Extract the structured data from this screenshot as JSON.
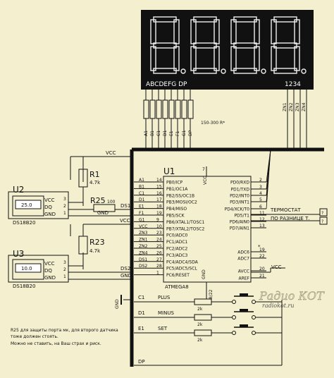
{
  "display": {
    "segments": "ABCDEFG DP",
    "digits": "1234",
    "anodes": [
      "ZN1",
      "ZN2",
      "ZN3",
      "ZN4"
    ],
    "seg_pins": [
      "A1",
      "B1",
      "C1",
      "D1",
      "E1",
      "F1",
      "G1",
      "DP"
    ],
    "resistor_note": "150-300 R*"
  },
  "rails": {
    "vcc": "VCC",
    "gnd": "GND",
    "ds1": "DS1",
    "ds2": "DS2"
  },
  "u2": {
    "ref": "U2",
    "value": "25.0",
    "part": "DS18B20",
    "pins": [
      "VCC",
      "DQ",
      "GND"
    ],
    "nums": [
      "3",
      "2",
      "1"
    ]
  },
  "u3": {
    "ref": "U3",
    "value": "10.0",
    "part": "DS18B20",
    "pins": [
      "VCC",
      "DQ",
      "GND"
    ],
    "nums": [
      "3",
      "2",
      "1"
    ]
  },
  "resistors": {
    "r1": {
      "ref": "R1",
      "value": "4.7k"
    },
    "r25": {
      "ref": "R25",
      "value": "100"
    },
    "r23": {
      "ref": "R23",
      "value": "4.7k"
    },
    "k1": "2k",
    "k2": "2k",
    "k3": "2k"
  },
  "mcu": {
    "ref": "U1",
    "part": "ATMEGA8",
    "left_pins": [
      "PB0/ICP",
      "PB1/OC1A",
      "PB2/SS/OC1B",
      "PB3/MOSI/OC2",
      "PB4/MISO",
      "PB5/SCK",
      "PB6/XTAL1/TOSC1",
      "PB7/XTAL2/TOSC2",
      "PC0/ADC0",
      "PC1/ADC1",
      "PC2/ADC2",
      "PC3/ADC3",
      "PC4/ADC4/SDA",
      "PC5/ADC5/SCL",
      "PC6/RESET"
    ],
    "right_pins": [
      "PD0/RXD",
      "PD1/TXD",
      "PD2/INT0",
      "PD3/INT1",
      "PD4/XCK/T0",
      "PD5/T1",
      "PD6/AIN0",
      "PD7/AIN1",
      "ADC6",
      "ADC7",
      "AVCC",
      "AREF"
    ],
    "left_nets": [
      "A1",
      "B1",
      "C1",
      "D1",
      "E1",
      "F1",
      "G1",
      "VCC",
      "ZN3",
      "ZN1",
      "ZN2",
      "ZN4",
      "DS1",
      "DS2",
      ""
    ],
    "left_nums": [
      "14",
      "15",
      "16",
      "17",
      "18",
      "19",
      "9",
      "10",
      "23",
      "24",
      "25",
      "26",
      "27",
      "28",
      "1"
    ],
    "right_nums": [
      "2",
      "3",
      "4",
      "5",
      "6",
      "11",
      "12",
      "13",
      "19",
      "22",
      "20",
      "21"
    ],
    "top_pin": {
      "num": "7",
      "label": "VCC"
    },
    "bottom_pin": {
      "num": "8/22",
      "label": "GND"
    }
  },
  "right_side": {
    "thermostat": "ТЕРМОСТАТ",
    "diff": "ПО РАЗНИЦЕ  Т.",
    "vcc": "VCC",
    "dot": "*"
  },
  "buttons": {
    "plus": "PLUS",
    "minus": "MINUS",
    "set": "SET",
    "nets": [
      "C1",
      "D1",
      "E1"
    ],
    "dp": "DP"
  },
  "notes": [
    "R25 для защиты порта мк, для второго датчика",
    "тоже должен стоять.",
    "Можно не ставить, на Ваш страх и риск."
  ],
  "logo": {
    "title": "Радио КОТ",
    "sub": "radiokot.ru"
  },
  "colors": {
    "background": "#f4efcf",
    "display": "#111111",
    "ink": "#111111"
  }
}
